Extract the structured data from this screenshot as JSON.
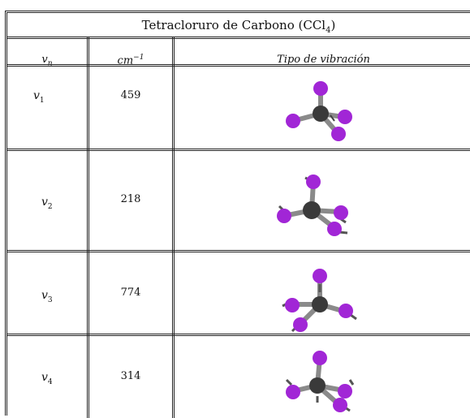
{
  "table": {
    "title_text": "Tetracloruro de Carbono (CCl",
    "title_sub": "4",
    "title_end": ")",
    "headers": {
      "mode": "v",
      "mode_sub": "n",
      "freq": "cm",
      "freq_sup": "−1",
      "vib": "Tipo de vibración"
    },
    "rows": [
      {
        "mode": "v",
        "sub": "1",
        "freq": "459",
        "icon": "ccl4-vibration-mode-1-icon"
      },
      {
        "mode": "v",
        "sub": "2",
        "freq": "218",
        "icon": "ccl4-vibration-mode-2-icon"
      },
      {
        "mode": "v",
        "sub": "3",
        "freq": "774",
        "icon": "ccl4-vibration-mode-3-icon"
      },
      {
        "mode": "v",
        "sub": "4",
        "freq": "314",
        "icon": "ccl4-vibration-mode-4-icon"
      }
    ]
  },
  "colors": {
    "carbon": "#3a3a3a",
    "chlorine": "#a126d6",
    "bond": "#8a8a8a",
    "border": "#222222"
  }
}
